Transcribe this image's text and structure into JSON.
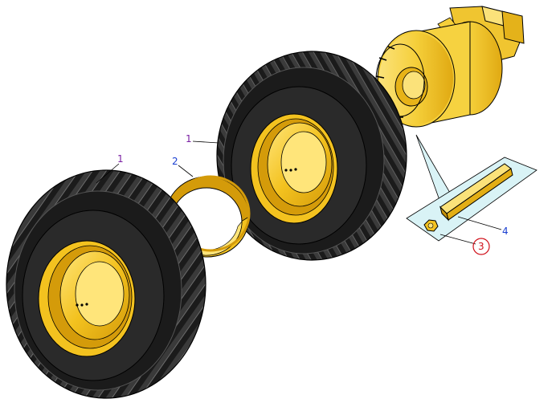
{
  "callouts": [
    {
      "id": "tire-left",
      "text": "1",
      "color": "#7a1fa2"
    },
    {
      "id": "tire-center",
      "text": "1",
      "color": "#7a1fa2"
    },
    {
      "id": "rim-ring",
      "text": "2",
      "color": "#1a3fd1"
    },
    {
      "id": "nut",
      "text": "3",
      "color": "#d0101a",
      "circled": true
    },
    {
      "id": "stud",
      "text": "4",
      "color": "#1a3fd1"
    }
  ],
  "colors": {
    "tire": "#1b1b1b",
    "tread_edge": "#4a4a4a",
    "rim": "#f3c21f",
    "rim_shade": "#d49b0a",
    "rim_light": "#ffe57a",
    "hub": "#f7d648",
    "hub_shade": "#e0a912",
    "inset_panel": "#d9f3f6",
    "leader": "#000000"
  },
  "icons": [
    "tire-left-icon",
    "tire-center-icon",
    "rim-ring-icon",
    "wheel-hub-icon",
    "detail-inset-icon"
  ]
}
